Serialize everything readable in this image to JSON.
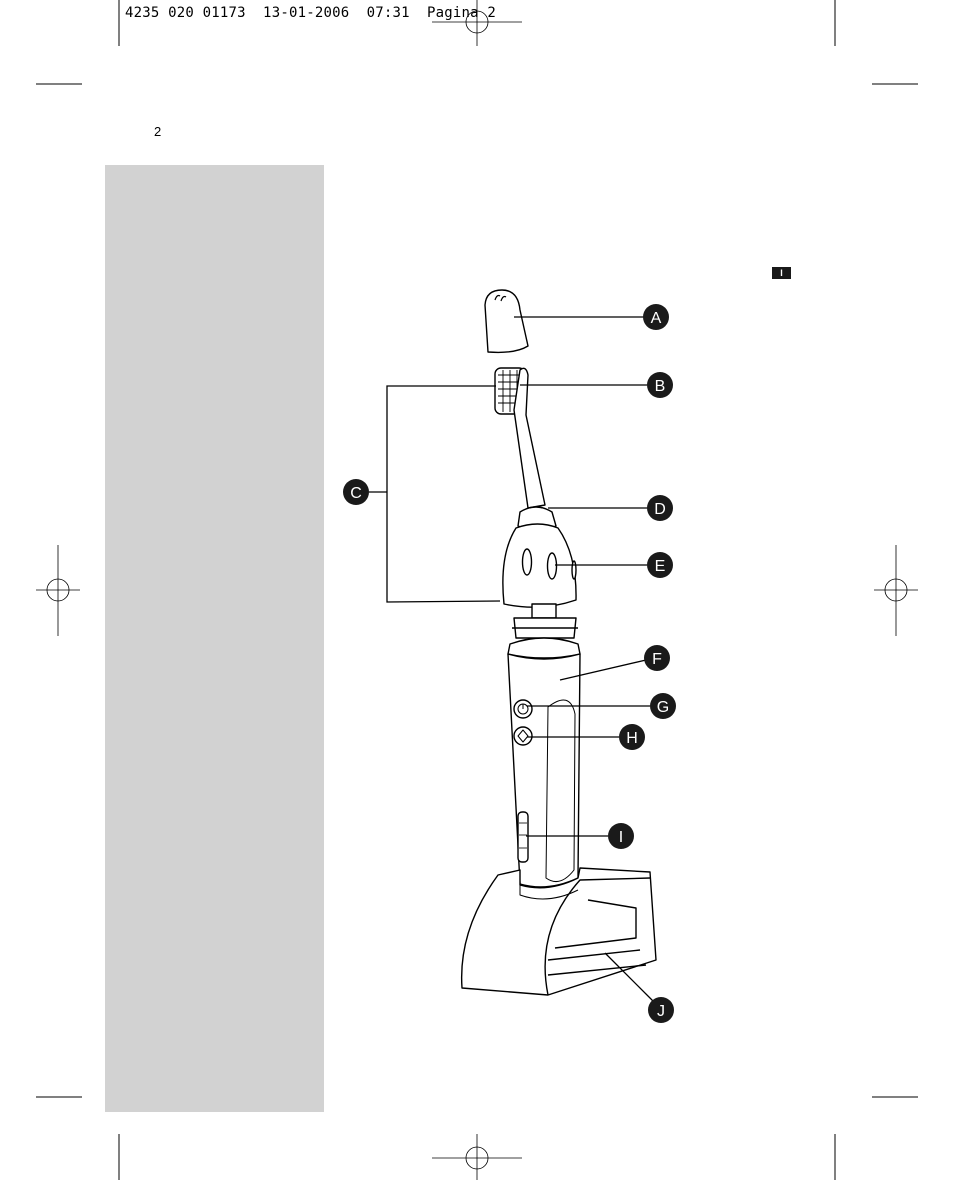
{
  "print_header": "4235 020 01173  13-01-2006  07:31  Pagina 2",
  "page_number": "2",
  "language_tab": "I",
  "callouts": {
    "a": "A",
    "b": "B",
    "c": "C",
    "d": "D",
    "e": "E",
    "f": "F",
    "g": "G",
    "h": "H",
    "i": "I",
    "j": "J"
  },
  "colors": {
    "side_panel": "#d2d2d2",
    "callout_fill": "#1a1a1a",
    "line": "#000000"
  }
}
